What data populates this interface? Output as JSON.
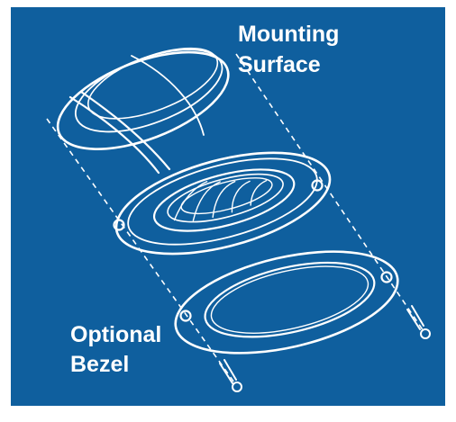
{
  "colors": {
    "background": "#0f5f9e",
    "line": "#ffffff",
    "frame": "#ffffff"
  },
  "labels": {
    "mounting_surface": [
      "Mounting",
      "Surface"
    ],
    "optional_bezel": [
      "Optional",
      "Bezel"
    ]
  },
  "parts": {
    "top": "light-lens-ring",
    "middle": "light-housing-with-flange",
    "bottom": "bezel-ring"
  }
}
